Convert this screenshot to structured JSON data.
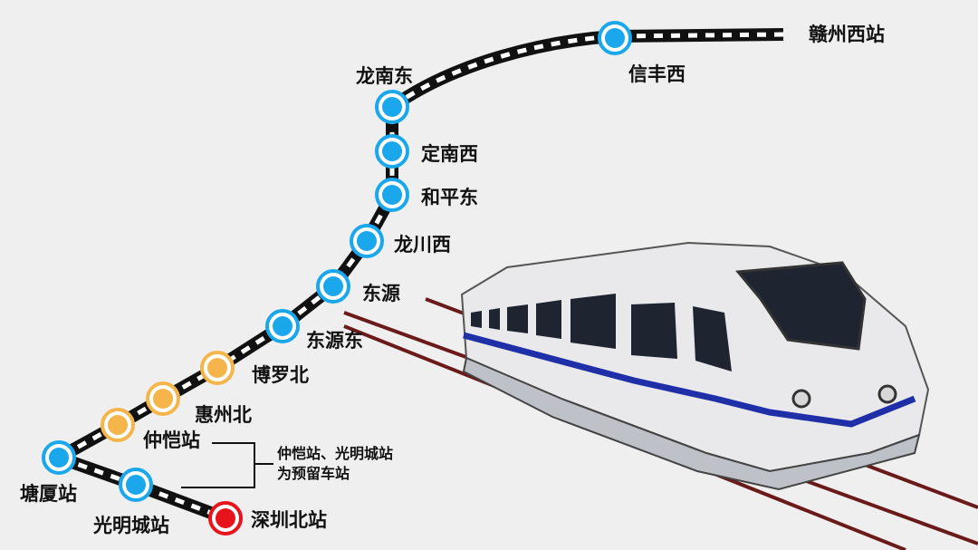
{
  "stations": [
    {
      "name": "赣州西站",
      "type": "terminal"
    },
    {
      "name": "信丰西",
      "type": "blue"
    },
    {
      "name": "龙南东",
      "type": "blue"
    },
    {
      "name": "定南西",
      "type": "blue"
    },
    {
      "name": "和平东",
      "type": "blue"
    },
    {
      "name": "龙川西",
      "type": "blue"
    },
    {
      "name": "东源",
      "type": "blue"
    },
    {
      "name": "东源东",
      "type": "blue"
    },
    {
      "name": "博罗北",
      "type": "orange"
    },
    {
      "name": "惠州北",
      "type": "orange"
    },
    {
      "name": "仲恺站",
      "type": "orange"
    },
    {
      "name": "塘厦站",
      "type": "blue"
    },
    {
      "name": "光明城站",
      "type": "blue"
    },
    {
      "name": "深圳北站",
      "type": "red"
    }
  ],
  "note": {
    "line1": "仲恺站、光明城站",
    "line2": "为预留车站"
  },
  "colors": {
    "blue": "#1aa7ec",
    "orange": "#f5b54a",
    "red": "#e8141b",
    "track": "#111111",
    "rail": "#6b1212"
  }
}
